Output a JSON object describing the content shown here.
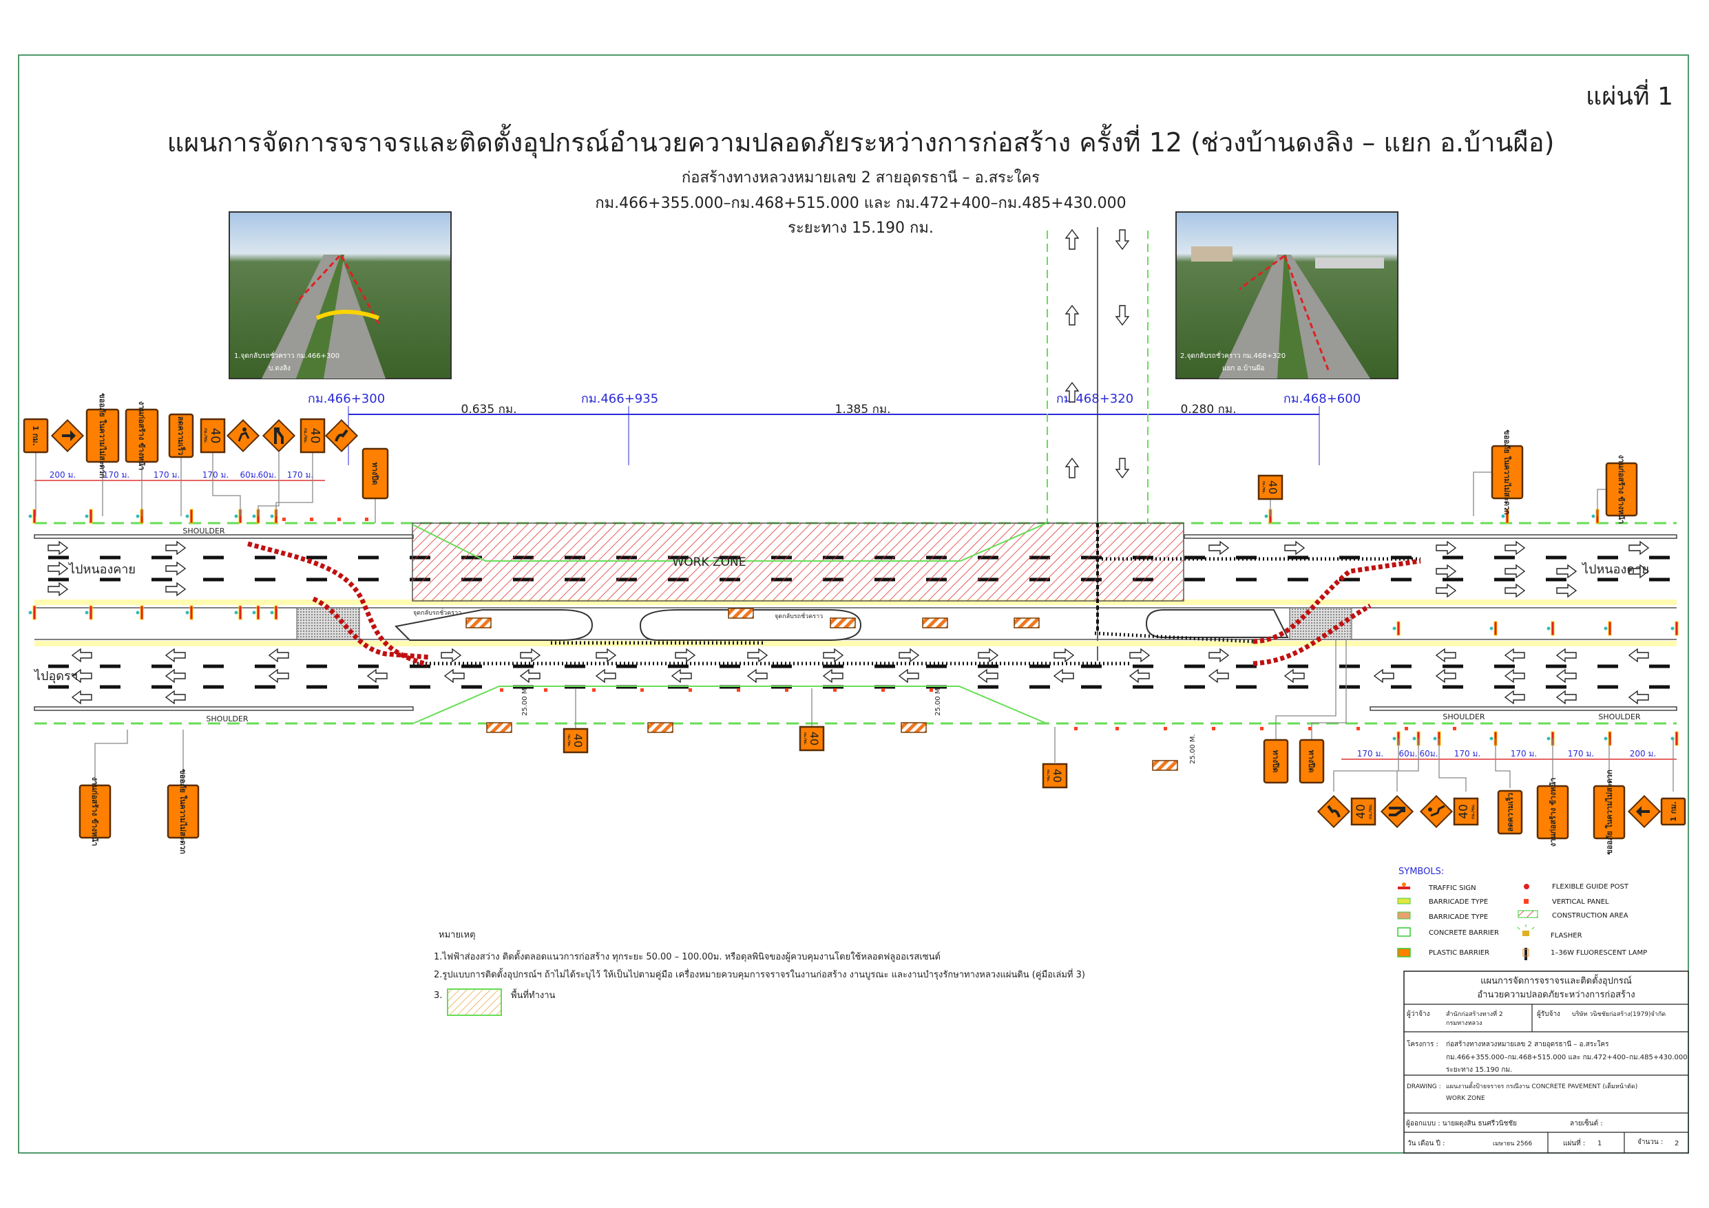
{
  "sheet": "แผ่นที่ 1",
  "title": "แผนการจัดการจราจรและติดตั้งอุปกรณ์อำนวยความปลอดภัยระหว่างการก่อสร้าง ครั้งที่ 12 (ช่วงบ้านดงลิง – แยก อ.บ้านผือ)",
  "subtitle1": "ก่อสร้างทางหลวงหมายเลข 2 สายอุดรธานี – อ.สระใคร",
  "subtitle2": "กม.466+355.000–กม.468+515.000 และ กม.472+400–กม.485+430.000",
  "subtitle3": "ระยะทาง 15.190 กม.",
  "photos": [
    {
      "caption1": "1.จุดกลับรถชั่วคราว กม.466+300",
      "caption2": "บ.ดงลิง"
    },
    {
      "caption1": "2.จุดกลับรถชั่วคราว กม.468+320",
      "caption2": "แยก อ.บ้านผือ"
    }
  ],
  "stations": [
    "กม.466+300",
    "กม.466+935",
    "กม.468+320",
    "กม.468+600"
  ],
  "distances": [
    "0.635 กม.",
    "1.385 กม.",
    "0.280 กม."
  ],
  "left_spacing": [
    "200 ม.",
    "170 ม.",
    "170 ม.",
    "170 ม.",
    "60ม.",
    "60ม.",
    "170 ม."
  ],
  "right_spacing": [
    "170 ม.",
    "60ม.",
    "60ม.",
    "170 ม.",
    "170 ม.",
    "170 ม.",
    "200 ม."
  ],
  "road": {
    "shoulder": "SHOULDER",
    "to_nongkhai": "ไปหนองคาย",
    "to_udon": "ไปอุดรฯ",
    "work_zone": "WORK   ZONE",
    "u_turn": "จุดกลับรถชั่วคราว",
    "spacing_25": "25.00 M."
  },
  "signs": {
    "km1": "1 กม.",
    "sorry": "ขออภัย ในความไม่สะดวก",
    "construction": "งานก่อสร้าง ข้างหน้า",
    "slow": "ลดความเร็ว",
    "speed": "40",
    "speed_unit": "กม./ชม.",
    "closed": "ทางปิด"
  },
  "legend": {
    "title": "SYMBOLS:",
    "items": [
      "TRAFFIC  SIGN",
      "BARRICADE  TYPE",
      "BARRICADE  TYPE",
      "CONCRETE  BARRIER",
      "PLASTIC  BARRIER",
      "FLEXIBLE  GUIDE   POST",
      "VERTICAL  PANEL",
      "CONSTRUCTION  AREA",
      "FLASHER",
      "1–36W  FLUORESCENT  LAMP"
    ]
  },
  "notes": {
    "heading": "หมายเหตุ",
    "n1": "1.ไฟฟ้าส่องสว่าง ติดตั้งตลอดแนวการก่อสร้าง ทุกระยะ 50.00 – 100.00ม. หรือดุลพินิจของผู้ควบคุมงานโดยใช้หลอดฟลูออเรสเซนต์",
    "n2": "2.รูปแบบการติดตั้งอุปกรณ์ฯ ถ้าไม่ได้ระบุไว้ ให้เป็นไปตามคู่มือ เครื่องหมายควบคุมการจราจรในงานก่อสร้าง งานบูรณะ และงานบำรุงรักษาทางหลวงแผ่นดิน (คู่มือเล่มที่ 3)",
    "n3_num": "3.",
    "n3": "พื้นที่ทำงาน"
  },
  "titleblock": {
    "head1": "แผนการจัดการจราจรและติดตั้งอุปกรณ์",
    "head2": "อำนวยความปลอดภัยระหว่างการก่อสร้าง",
    "employer_label": "ผู้ว่าจ้าง",
    "employer1": "สำนักก่อสร้างทางที่ 2",
    "employer2": "กรมทางหลวง",
    "contractor_label": "ผู้รับจ้าง",
    "contractor": "บริษัท วนิชชัยก่อสร้าง(1979)จำกัด",
    "project_label": "โครงการ :",
    "project1": "ก่อสร้างทางหลวงหมายเลข 2 สายอุดรธานี – อ.สระใคร",
    "project2": "กม.466+355.000–กม.468+515.000 และ กม.472+400–กม.485+430.000",
    "project3": "ระยะทาง 15.190 กม.",
    "drawing_label": "DRAWING :",
    "drawing1": "แผนงานตั้งป้ายจราจร กรณีงาน CONCRETE PAVEMENT (เต็มหน้าตัด)",
    "drawing2": "WORK  ZONE",
    "designer": "ผู้ออกแบบ : นายผดุงสิน ธนศรีวนิชชัย",
    "signature": "ลายเซ็นต์ :",
    "date_label": "วัน เดือน ปี :",
    "date": "เมษายน 2566",
    "sheet_label": "แผ่นที่ :",
    "sheet_no": "1",
    "count_label": "จำนวน :",
    "count": "2"
  },
  "colors": {
    "sign": "#ff8000",
    "dim": "#2a2ad8",
    "hatch": "#e03030",
    "green": "#66dd55"
  }
}
